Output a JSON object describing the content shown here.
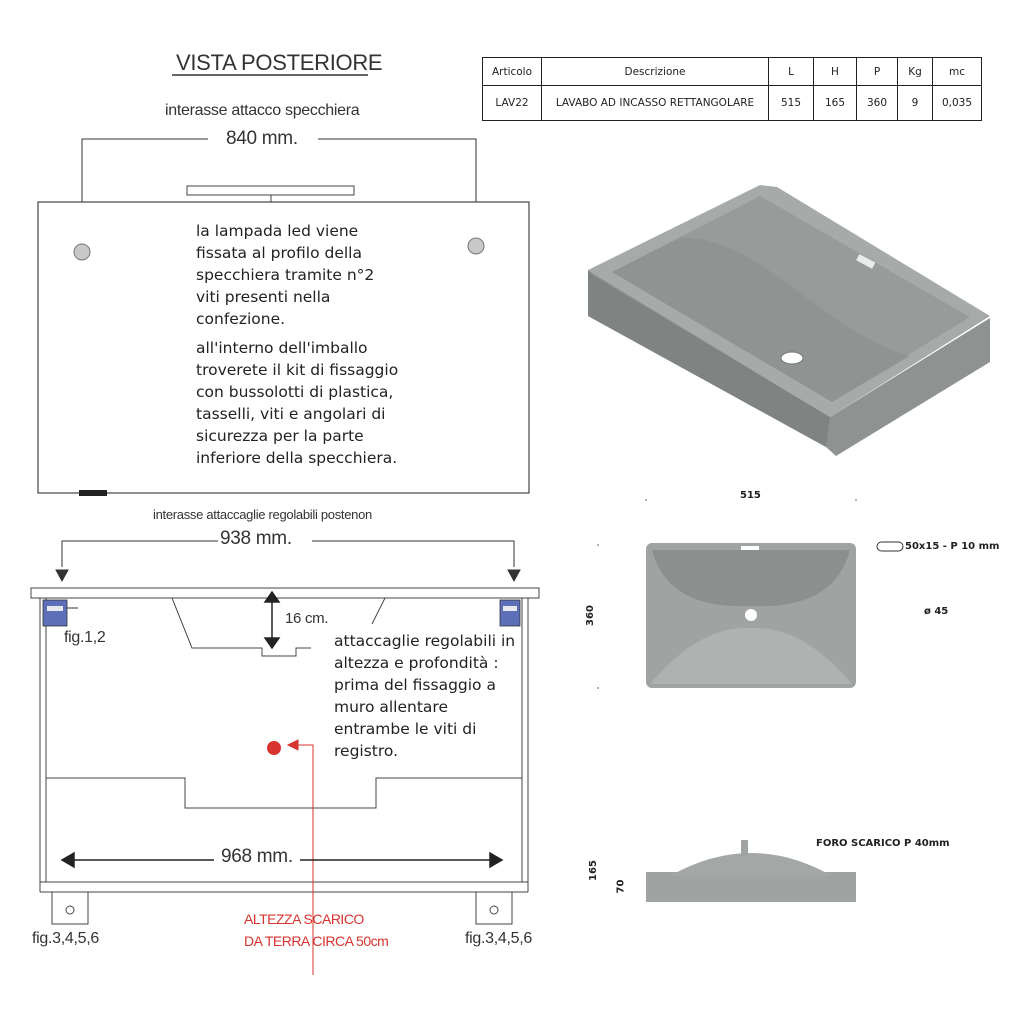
{
  "rear_view": {
    "title": "VISTA POSTERIORE",
    "mirror_spacing_label": "interasse attacco specchiera",
    "mirror_spacing_value": "840  mm.",
    "led_note": [
      "la lampada led viene",
      "fissata al profilo della",
      "specchiera tramite n°2",
      "viti presenti nella",
      "confezione."
    ],
    "kit_note": [
      "all'interno dell'imballo",
      "troverete il kit di fissaggio",
      "con bussolotti di plastica,",
      "tasselli, viti e angolari di",
      "sicurezza per la parte",
      "inferiore della specchiera."
    ],
    "bracket_spacing_label": "interasse attaccaglie regolabili postenon",
    "bracket_spacing_value": "938  mm.",
    "height_16": "16 cm.",
    "fig_top_left": "fig.1,2",
    "bracket_note": [
      "attaccaglie regolabili in",
      "altezza e profondità :",
      "prima del fissaggio a",
      "muro allentare",
      "entrambe le viti di",
      "registro."
    ],
    "width_968": "968  mm.",
    "fig_bottom_left": "fig.3,4,5,6",
    "fig_bottom_right": "fig.3,4,5,6",
    "drain_height_note": [
      "ALTEZZA SCARICO",
      "DA TERRA CIRCA 50cm"
    ]
  },
  "spec_table": {
    "headers": [
      "Articolo",
      "Descrizione",
      "L",
      "H",
      "P",
      "Kg",
      "mc"
    ],
    "rows": [
      [
        "LAV22",
        "LAVABO AD INCASSO RETTANGOLARE",
        "515",
        "165",
        "360",
        "9",
        "0,035"
      ]
    ]
  },
  "basin_drawings": {
    "top_width": "515",
    "top_depth": "360",
    "overflow_slot": "50x15 - P 10 mm",
    "drain_diameter": "ø 45",
    "drain_hole_note": "FORO SCARICO P 40mm",
    "side_height_total": "165",
    "side_height_rim": "70"
  },
  "colors": {
    "basin_gray": "#a3a8a6",
    "basin_dark": "#8e9391",
    "marker_red": "#d8332e",
    "bracket_blue": "#5c6fb8"
  }
}
